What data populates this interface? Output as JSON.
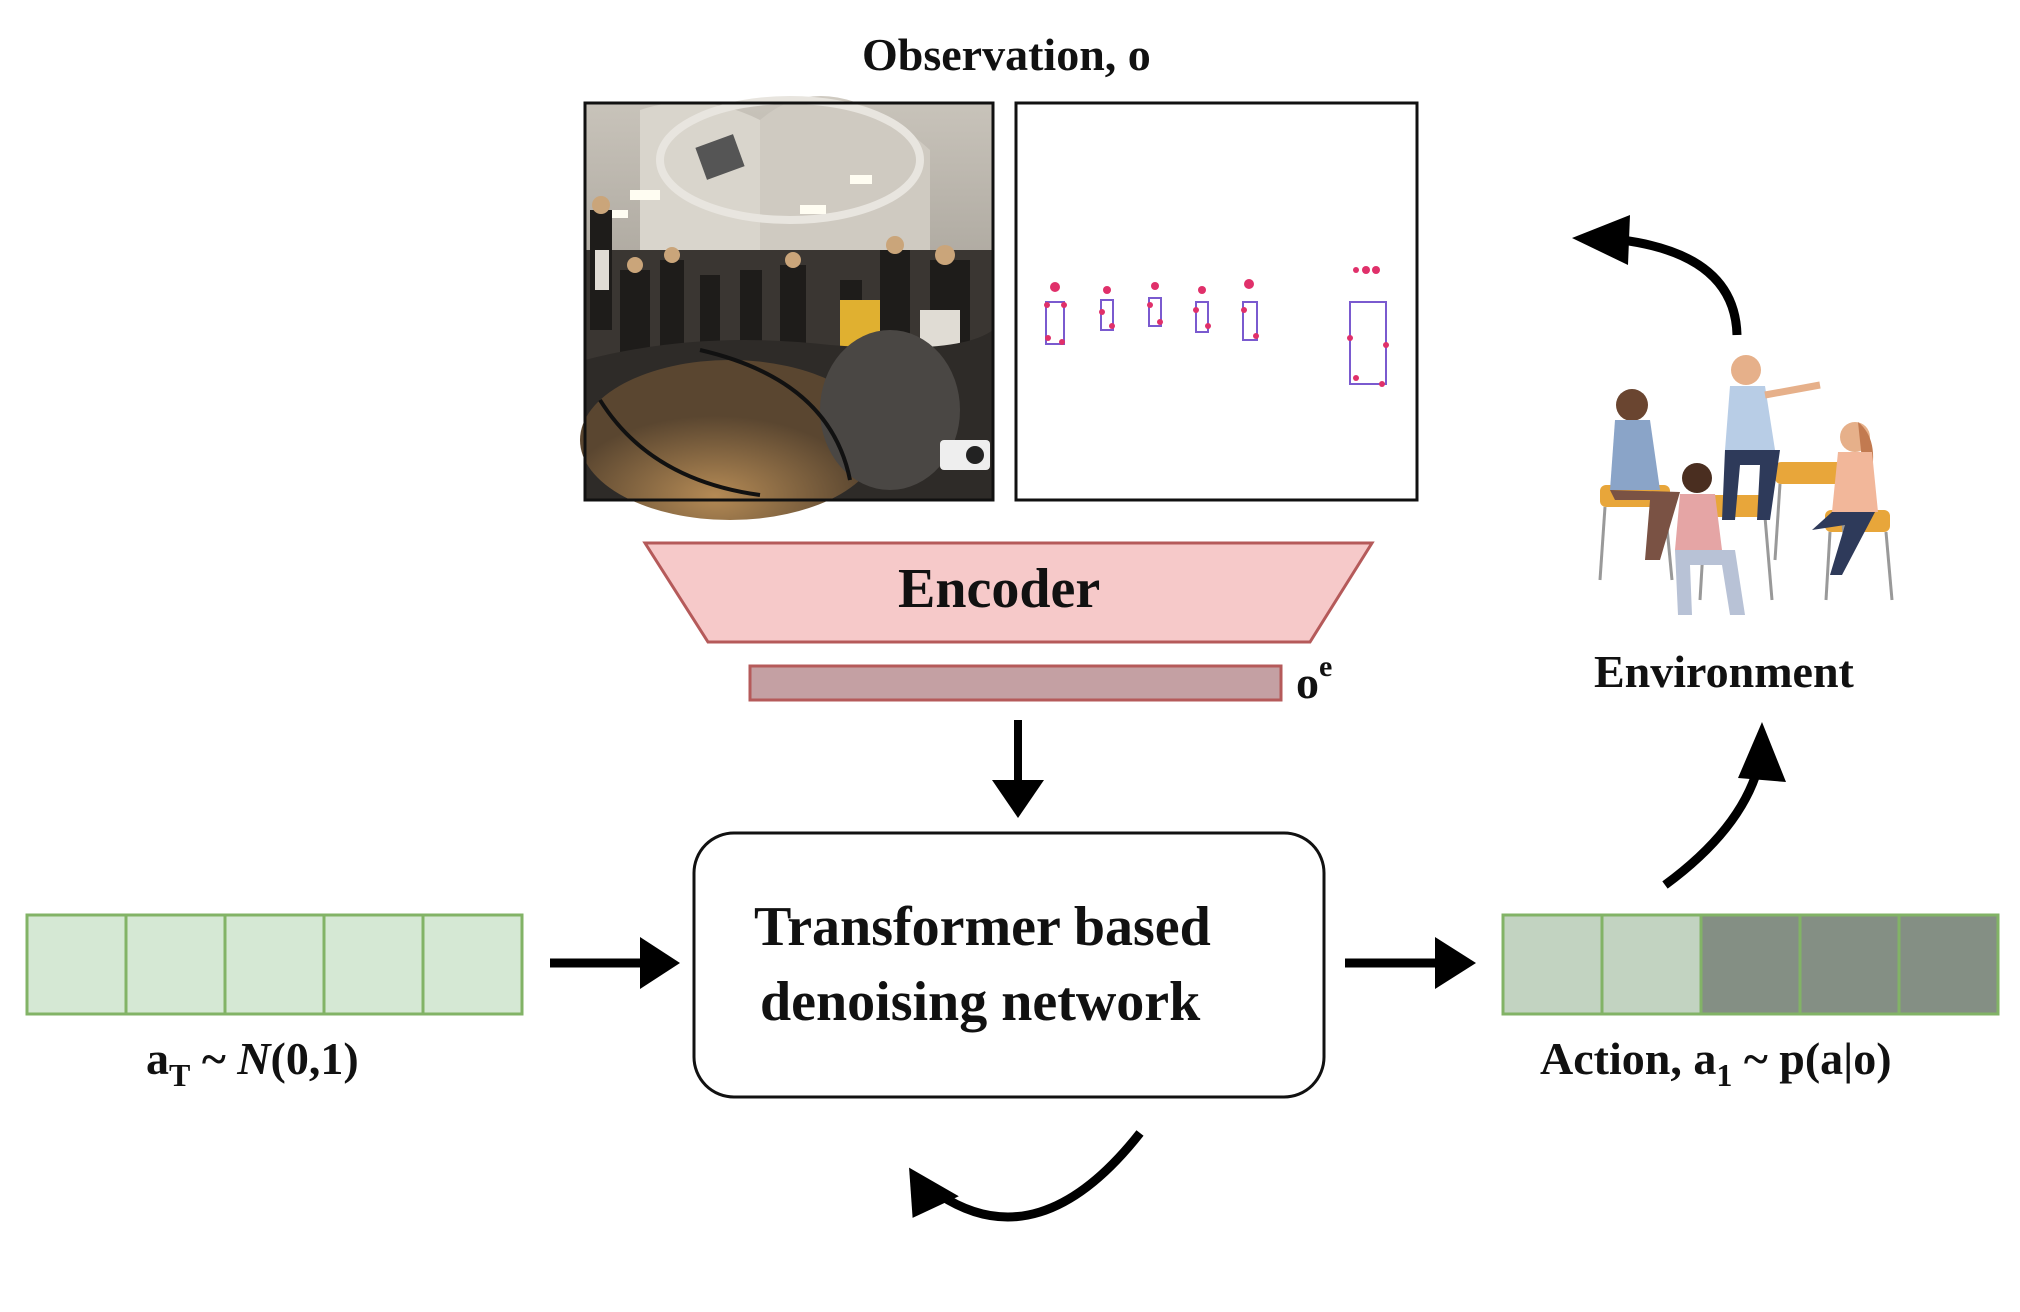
{
  "observation_title": "Observation, o",
  "encoder_label": "Encoder",
  "embedding_label": {
    "base": "o",
    "sup": "e"
  },
  "network_label": [
    "Transformer based",
    "denoising network"
  ],
  "noise_label": {
    "base": "a",
    "sub": "T",
    "tilde": " ~ ",
    "dist": "N",
    "args": "(0,1)"
  },
  "action_label": {
    "prefix": "Action, ",
    "base": "a",
    "sub": "1",
    "rest": " ~ p(a|o)"
  },
  "environment_label": "Environment",
  "colors": {
    "encoder_fill": "#f6c9c9",
    "encoder_stroke": "#b55a5a",
    "embedding_fill": "#c4a0a3",
    "noise_fill": "#d5e8d4",
    "noise_stroke": "#82b366",
    "action_light": "#c2d3c1",
    "action_dark": "#848f84"
  }
}
